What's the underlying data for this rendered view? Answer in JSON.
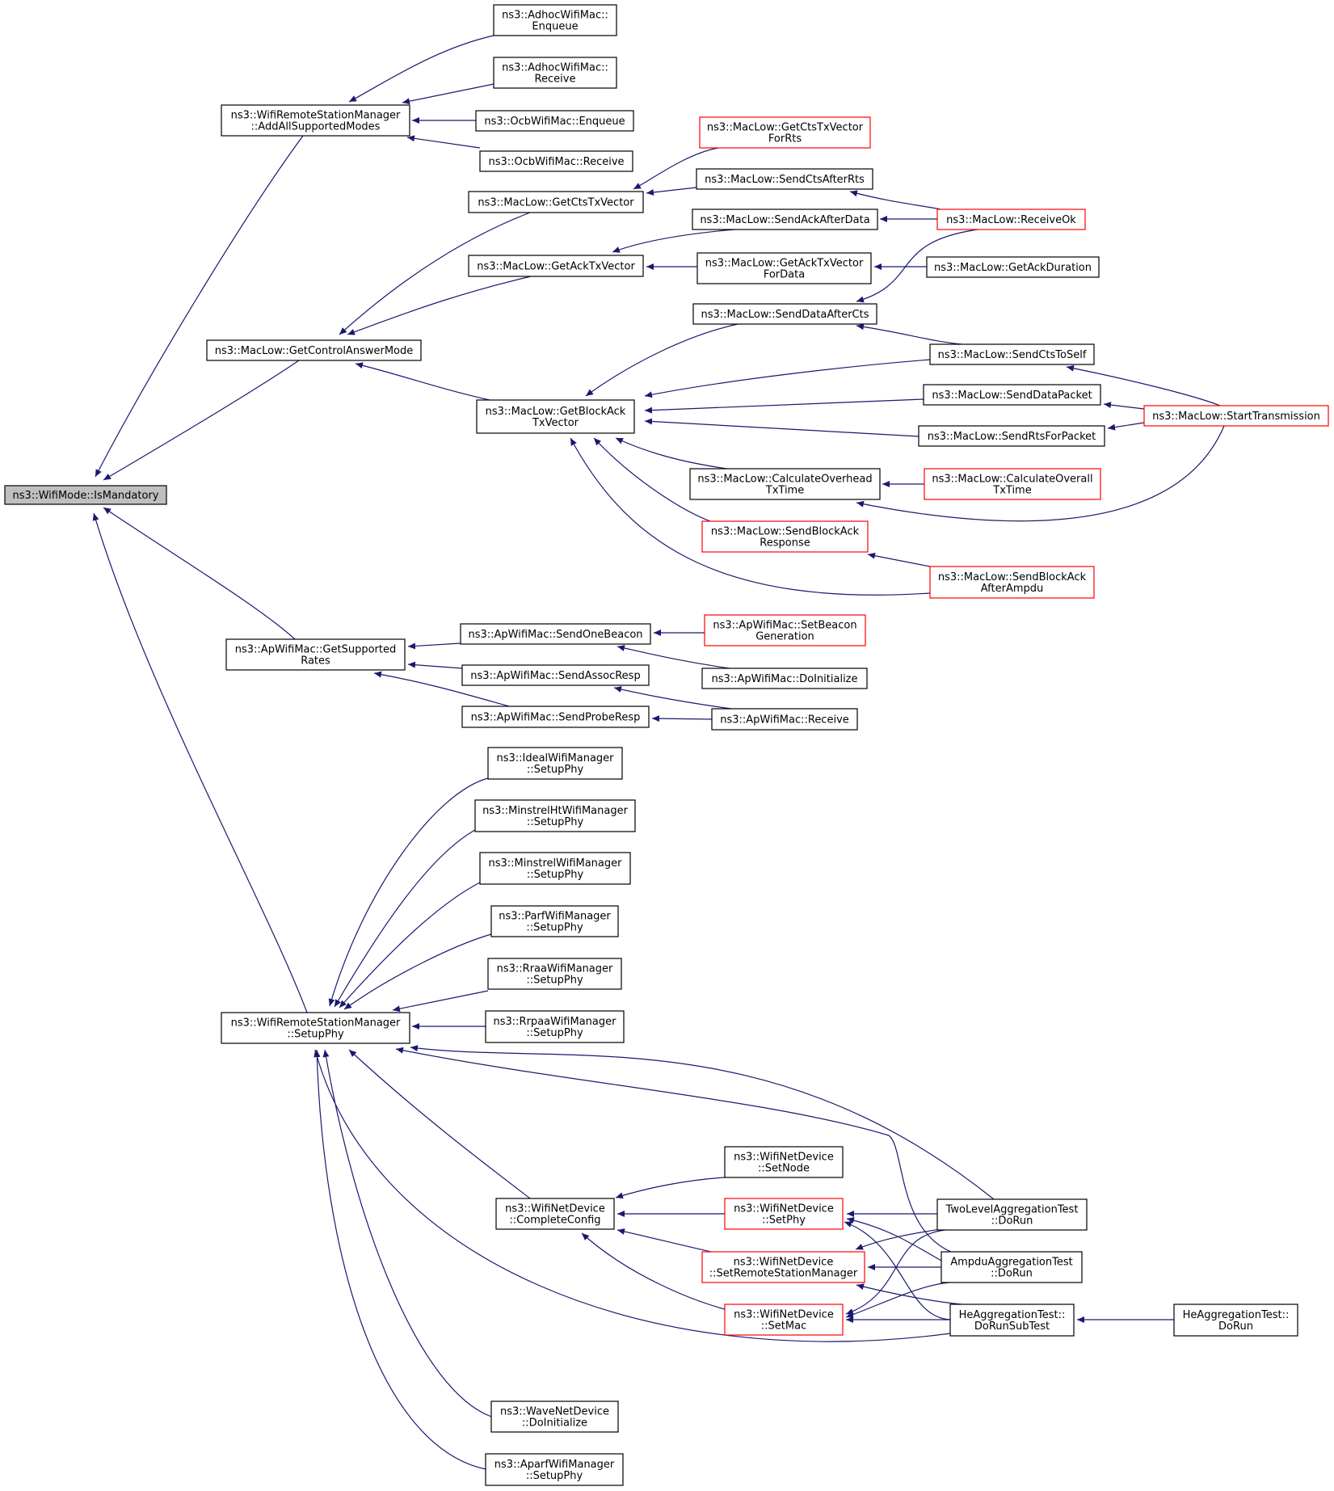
{
  "graph": {
    "colors": {
      "edge": "#191970",
      "red_border": "#ff0000",
      "focus_fill": "#bfbfbf"
    },
    "nodes": [
      {
        "id": "ismandatory",
        "lines": [
          "ns3::WifiMode::IsMandatory"
        ],
        "style": "focus"
      },
      {
        "id": "addall",
        "lines": [
          "ns3::WifiRemoteStationManager",
          "::AddAllSupportedModes"
        ],
        "style": "normal"
      },
      {
        "id": "getcontrol",
        "lines": [
          "ns3::MacLow::GetControlAnswerMode"
        ],
        "style": "normal"
      },
      {
        "id": "apgetsupported",
        "lines": [
          "ns3::ApWifiMac::GetSupported",
          "Rates"
        ],
        "style": "normal"
      },
      {
        "id": "setupphy",
        "lines": [
          "ns3::WifiRemoteStationManager",
          "::SetupPhy"
        ],
        "style": "normal"
      },
      {
        "id": "adhocenq",
        "lines": [
          "ns3::AdhocWifiMac::",
          "Enqueue"
        ],
        "style": "normal"
      },
      {
        "id": "adhocrecv",
        "lines": [
          "ns3::AdhocWifiMac::",
          "Receive"
        ],
        "style": "normal"
      },
      {
        "id": "ocbenq",
        "lines": [
          "ns3::OcbWifiMac::Enqueue"
        ],
        "style": "normal"
      },
      {
        "id": "ocbrecv",
        "lines": [
          "ns3::OcbWifiMac::Receive"
        ],
        "style": "normal"
      },
      {
        "id": "getctstx",
        "lines": [
          "ns3::MacLow::GetCtsTxVector"
        ],
        "style": "normal"
      },
      {
        "id": "getacktx",
        "lines": [
          "ns3::MacLow::GetAckTxVector"
        ],
        "style": "normal"
      },
      {
        "id": "getblockack",
        "lines": [
          "ns3::MacLow::GetBlockAck",
          "TxVector"
        ],
        "style": "normal"
      },
      {
        "id": "getctsforrts",
        "lines": [
          "ns3::MacLow::GetCtsTxVector",
          "ForRts"
        ],
        "style": "red"
      },
      {
        "id": "sendctsafterrts",
        "lines": [
          "ns3::MacLow::SendCtsAfterRts"
        ],
        "style": "normal"
      },
      {
        "id": "sendackafterdata",
        "lines": [
          "ns3::MacLow::SendAckAfterData"
        ],
        "style": "normal"
      },
      {
        "id": "getackfordata",
        "lines": [
          "ns3::MacLow::GetAckTxVector",
          "ForData"
        ],
        "style": "normal"
      },
      {
        "id": "senddataaftercts",
        "lines": [
          "ns3::MacLow::SendDataAfterCts"
        ],
        "style": "normal"
      },
      {
        "id": "calcoverhead",
        "lines": [
          "ns3::MacLow::CalculateOverhead",
          "TxTime"
        ],
        "style": "normal"
      },
      {
        "id": "sendblockackresp",
        "lines": [
          "ns3::MacLow::SendBlockAck",
          "Response"
        ],
        "style": "red"
      },
      {
        "id": "receiveok",
        "lines": [
          "ns3::MacLow::ReceiveOk"
        ],
        "style": "red"
      },
      {
        "id": "getackduration",
        "lines": [
          "ns3::MacLow::GetAckDuration"
        ],
        "style": "normal"
      },
      {
        "id": "sendctstoself",
        "lines": [
          "ns3::MacLow::SendCtsToSelf"
        ],
        "style": "normal"
      },
      {
        "id": "senddatapacket",
        "lines": [
          "ns3::MacLow::SendDataPacket"
        ],
        "style": "normal"
      },
      {
        "id": "sendrtsforpacket",
        "lines": [
          "ns3::MacLow::SendRtsForPacket"
        ],
        "style": "normal"
      },
      {
        "id": "calcoverall",
        "lines": [
          "ns3::MacLow::CalculateOverall",
          "TxTime"
        ],
        "style": "red"
      },
      {
        "id": "sendblockackafter",
        "lines": [
          "ns3::MacLow::SendBlockAck",
          "AfterAmpdu"
        ],
        "style": "red"
      },
      {
        "id": "starttx",
        "lines": [
          "ns3::MacLow::StartTransmission"
        ],
        "style": "red"
      },
      {
        "id": "sendonebeacon",
        "lines": [
          "ns3::ApWifiMac::SendOneBeacon"
        ],
        "style": "normal"
      },
      {
        "id": "sendassocresp",
        "lines": [
          "ns3::ApWifiMac::SendAssocResp"
        ],
        "style": "normal"
      },
      {
        "id": "sendproberesp",
        "lines": [
          "ns3::ApWifiMac::SendProbeResp"
        ],
        "style": "normal"
      },
      {
        "id": "setbeacongen",
        "lines": [
          "ns3::ApWifiMac::SetBeacon",
          "Generation"
        ],
        "style": "red"
      },
      {
        "id": "apdoinit",
        "lines": [
          "ns3::ApWifiMac::DoInitialize"
        ],
        "style": "normal"
      },
      {
        "id": "aprecv",
        "lines": [
          "ns3::ApWifiMac::Receive"
        ],
        "style": "normal"
      },
      {
        "id": "ideal",
        "lines": [
          "ns3::IdealWifiManager",
          "::SetupPhy"
        ],
        "style": "normal"
      },
      {
        "id": "minstrelht",
        "lines": [
          "ns3::MinstrelHtWifiManager",
          "::SetupPhy"
        ],
        "style": "normal"
      },
      {
        "id": "minstrel",
        "lines": [
          "ns3::MinstrelWifiManager",
          "::SetupPhy"
        ],
        "style": "normal"
      },
      {
        "id": "parf",
        "lines": [
          "ns3::ParfWifiManager",
          "::SetupPhy"
        ],
        "style": "normal"
      },
      {
        "id": "rraa",
        "lines": [
          "ns3::RraaWifiManager",
          "::SetupPhy"
        ],
        "style": "normal"
      },
      {
        "id": "rrpaa",
        "lines": [
          "ns3::RrpaaWifiManager",
          "::SetupPhy"
        ],
        "style": "normal"
      },
      {
        "id": "completeconfig",
        "lines": [
          "ns3::WifiNetDevice",
          "::CompleteConfig"
        ],
        "style": "normal"
      },
      {
        "id": "setnode",
        "lines": [
          "ns3::WifiNetDevice",
          "::SetNode"
        ],
        "style": "normal"
      },
      {
        "id": "setphy",
        "lines": [
          "ns3::WifiNetDevice",
          "::SetPhy"
        ],
        "style": "red"
      },
      {
        "id": "setrsm",
        "lines": [
          "ns3::WifiNetDevice",
          "::SetRemoteStationManager"
        ],
        "style": "red"
      },
      {
        "id": "setmac",
        "lines": [
          "ns3::WifiNetDevice",
          "::SetMac"
        ],
        "style": "red"
      },
      {
        "id": "twolevel",
        "lines": [
          "TwoLevelAggregationTest",
          "::DoRun"
        ],
        "style": "normal"
      },
      {
        "id": "ampdu",
        "lines": [
          "AmpduAggregationTest",
          "::DoRun"
        ],
        "style": "normal"
      },
      {
        "id": "hesub",
        "lines": [
          "HeAggregationTest::",
          "DoRunSubTest"
        ],
        "style": "normal"
      },
      {
        "id": "herun",
        "lines": [
          "HeAggregationTest::",
          "DoRun"
        ],
        "style": "normal"
      },
      {
        "id": "wavedoinit",
        "lines": [
          "ns3::WaveNetDevice",
          "::DoInitialize"
        ],
        "style": "normal"
      },
      {
        "id": "aparf",
        "lines": [
          "ns3::AparfWifiManager",
          "::SetupPhy"
        ],
        "style": "normal"
      }
    ]
  }
}
